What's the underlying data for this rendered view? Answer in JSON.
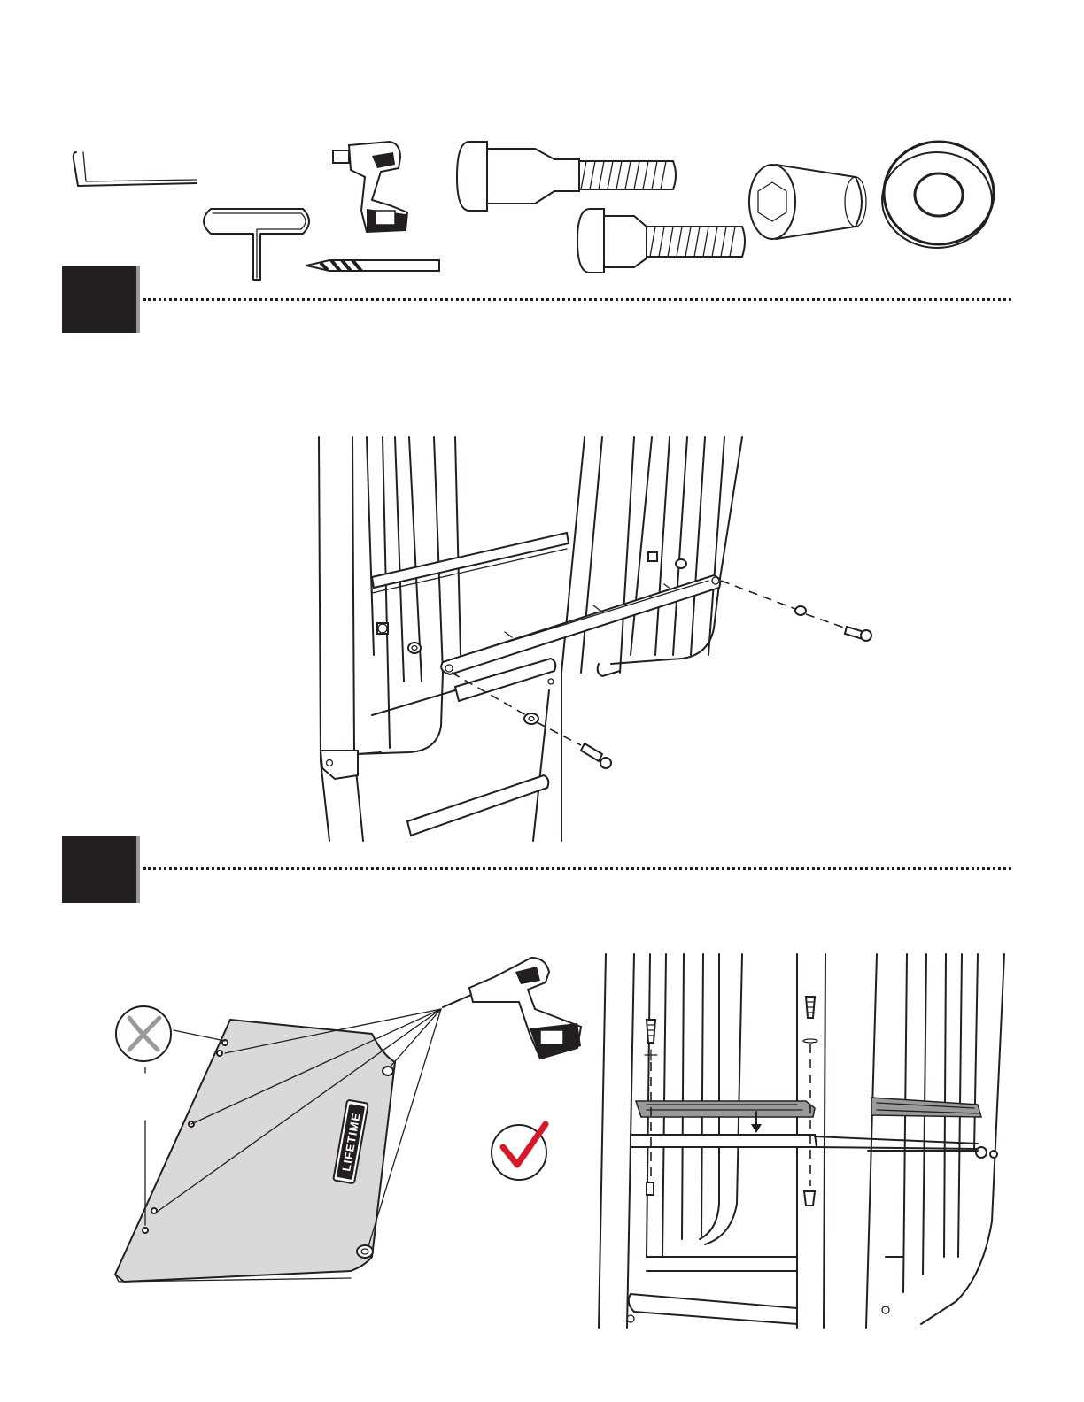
{
  "page": {
    "background": "#ffffff",
    "ink": "#231f20",
    "step_box_color": "#231f20",
    "step_shadow_color": "#9a9a9a"
  },
  "tools": [
    {
      "name": "allen-wrench-icon"
    },
    {
      "name": "t-handle-wrench-icon"
    },
    {
      "name": "cordless-drill-icon"
    },
    {
      "name": "drill-bit-icon"
    }
  ],
  "hardware": [
    {
      "name": "long-shoulder-bolt-icon"
    },
    {
      "name": "short-shoulder-bolt-icon"
    },
    {
      "name": "barrel-nut-icon"
    },
    {
      "name": "washer-icon"
    }
  ],
  "steps": [
    {
      "name": "step-1",
      "number": ""
    },
    {
      "name": "step-2",
      "number": ""
    }
  ],
  "shelf_panel": {
    "logo_text": "LIFETIME",
    "panel_color": "#d9d9d9"
  },
  "indicators": {
    "wrong_color": "#9a9a9a",
    "correct_color": "#d7182a"
  }
}
